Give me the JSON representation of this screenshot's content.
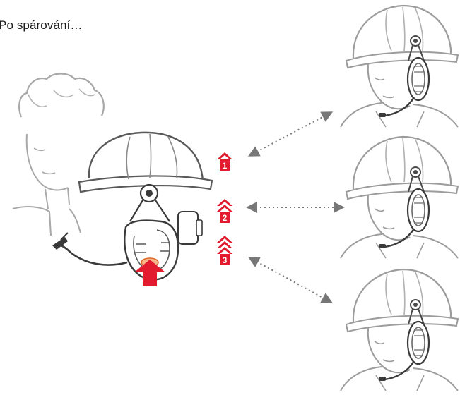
{
  "caption": "Po spárování…",
  "colors": {
    "accent": "#e31b2f",
    "line": "#7a7a7a",
    "outline": "#9c9c9c",
    "dark": "#3a3a3a"
  },
  "badges": [
    {
      "number": "1",
      "chevrons": 1,
      "target": "top"
    },
    {
      "number": "2",
      "chevrons": 2,
      "target": "middle"
    },
    {
      "number": "3",
      "chevrons": 3,
      "target": "bottom"
    }
  ],
  "icons": {
    "main_person": "worker-with-headset-icon",
    "press_arrow": "press-button-arrow-icon",
    "receiver": "worker-receiver-icon"
  }
}
